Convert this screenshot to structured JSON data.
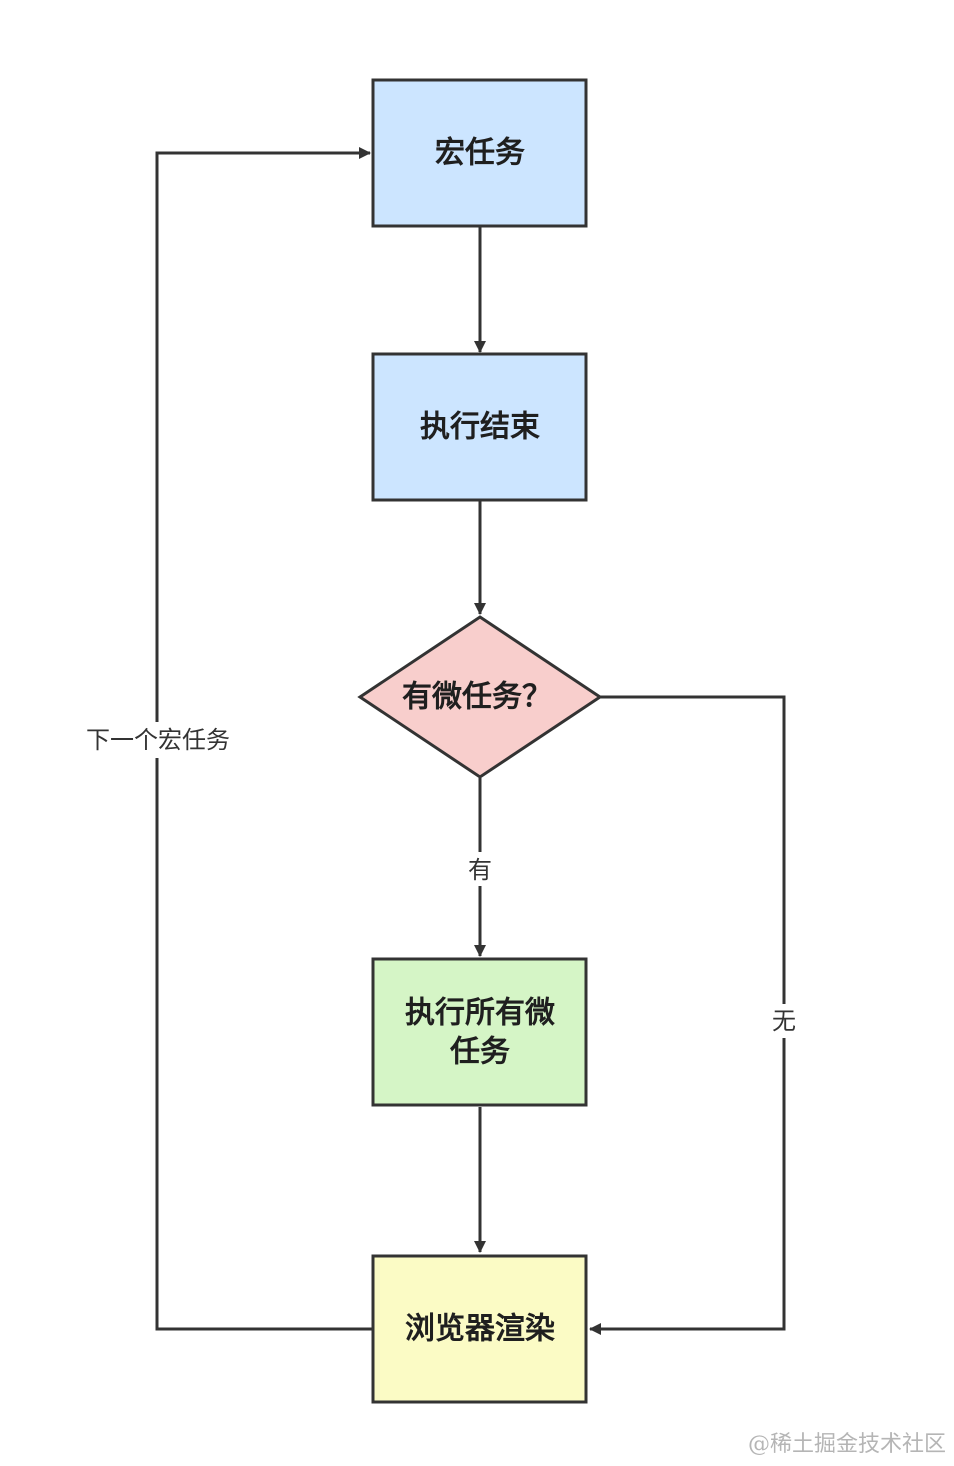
{
  "nodes": {
    "macro_task": {
      "label": "宏任务",
      "fill": "#cce5ff"
    },
    "execution_end": {
      "label": "执行结束",
      "fill": "#cce5ff"
    },
    "has_micro_task": {
      "label": "有微任务？",
      "fill": "#f8cecc"
    },
    "run_all_micro_tasks": {
      "label_line1": "执行所有微",
      "label_line2": "任务",
      "fill": "#d5f5c6"
    },
    "browser_render": {
      "label": "浏览器渲染",
      "fill": "#fbfbc5"
    }
  },
  "edges": {
    "yes_label": "有",
    "no_label": "无",
    "next_macro_label": "下一个宏任务"
  },
  "colors": {
    "stroke": "#333333"
  },
  "watermark": "@稀土掘金技术社区"
}
